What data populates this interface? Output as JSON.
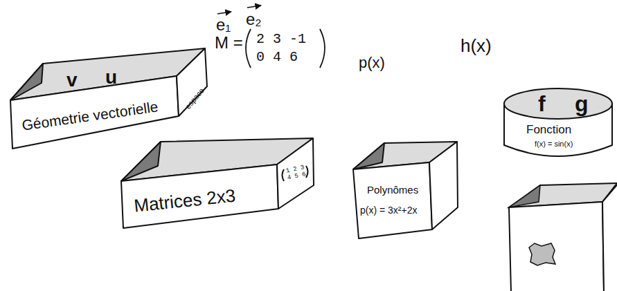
{
  "diagram": {
    "nodes": [
      {
        "text": [
          "v",
          "u",
          "Géometrie vectorielle",
          "espace"
        ]
      },
      {
        "text": [
          "Matrices 2x3",
          "1 2 3 4 5 6"
        ]
      },
      {
        "text": [
          "Polynômes",
          "p(x) = 3x²+2x"
        ]
      },
      {
        "text": [
          "f",
          "g",
          "Fonction",
          "f(x) = sin(x)"
        ]
      }
    ],
    "labels": [
      "e₁",
      "e₂",
      "M =",
      "2 3 -1 0 4 6",
      "h(x)",
      "p(x)"
    ]
  }
}
